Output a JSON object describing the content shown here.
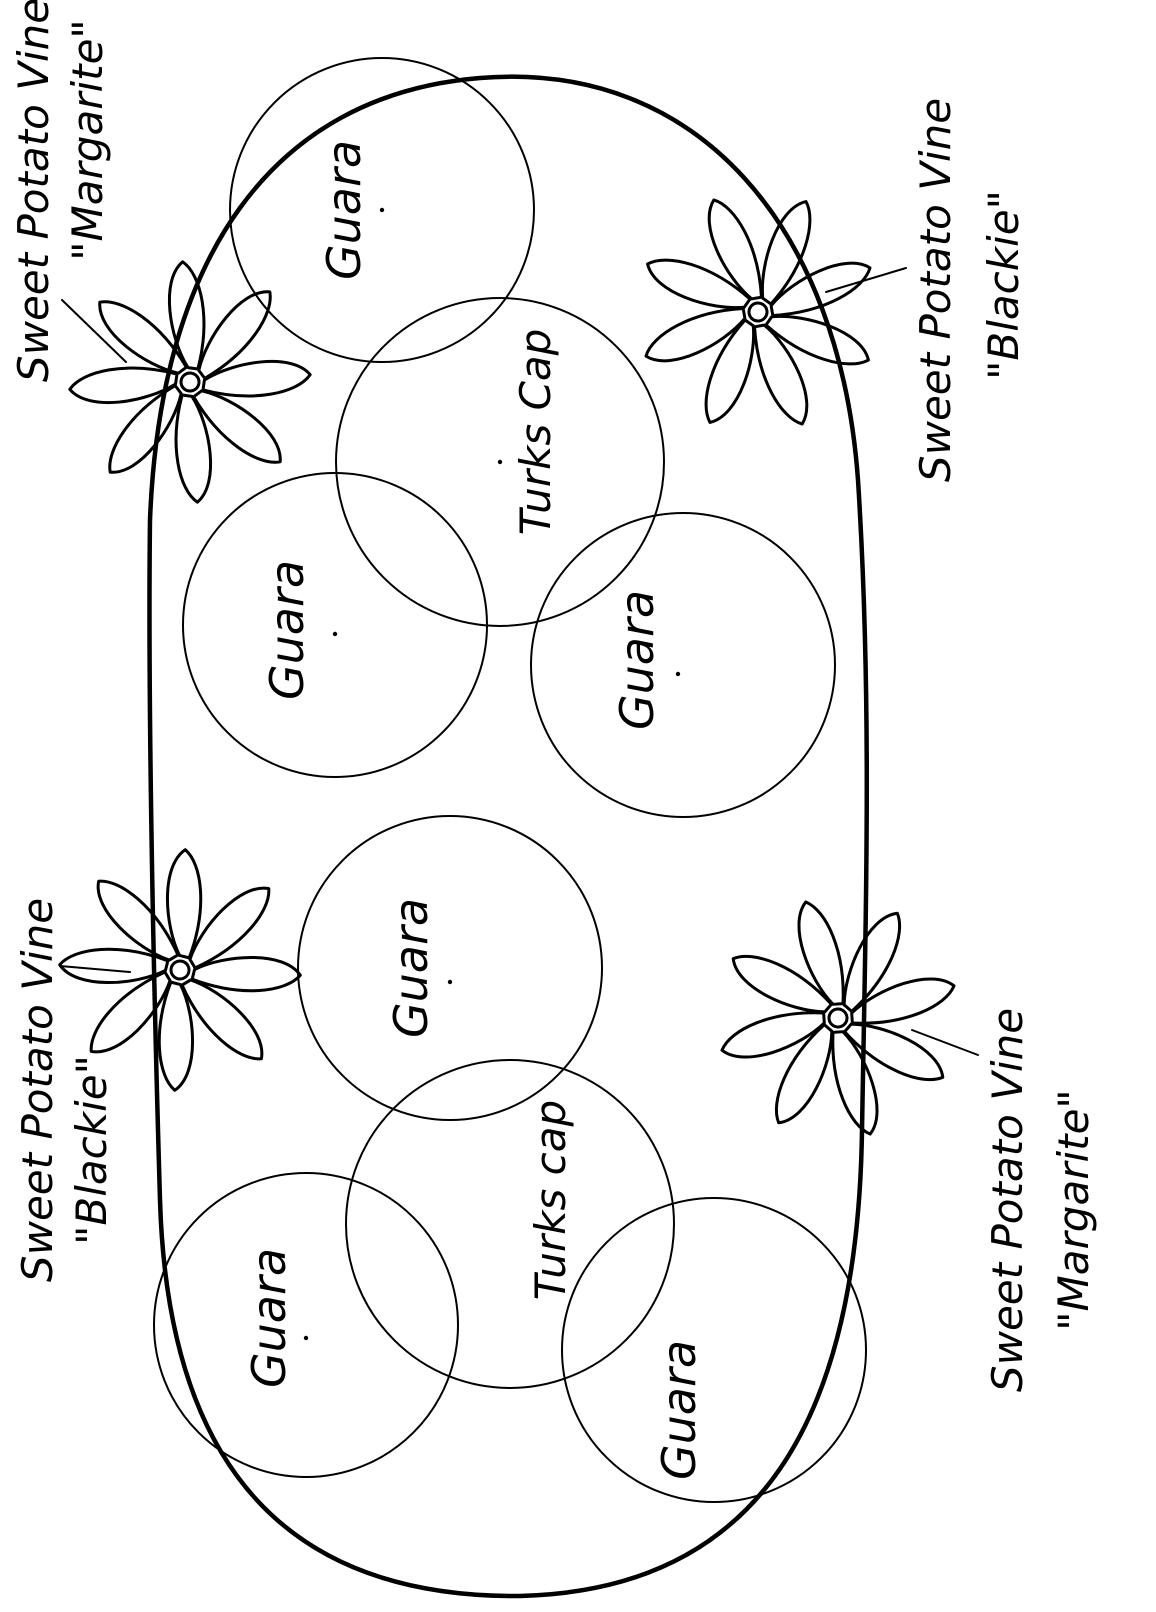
{
  "colors": {
    "ink": "#000000",
    "paper": "#ffffff"
  },
  "plants": [
    {
      "id": "guara-1",
      "label": "Guara"
    },
    {
      "id": "turks-cap-1",
      "label": "Turks Cap"
    },
    {
      "id": "guara-2",
      "label": "Guara"
    },
    {
      "id": "guara-3",
      "label": "Guara"
    },
    {
      "id": "guara-4",
      "label": "Guara"
    },
    {
      "id": "turks-cap-2",
      "label": "Turks cap"
    },
    {
      "id": "guara-5",
      "label": "Guara"
    },
    {
      "id": "guara-6",
      "label": "Guara"
    }
  ],
  "vines": [
    {
      "id": "vine-top-left",
      "line1": "Sweet Potato Vine",
      "line2": "\"Margarite\""
    },
    {
      "id": "vine-top-right",
      "line1": "Sweet Potato Vine",
      "line2": "\"Blackie\""
    },
    {
      "id": "vine-mid-left",
      "line1": "Sweet Potato Vine",
      "line2": "\"Blackie\""
    },
    {
      "id": "vine-bottom-right",
      "line1": "Sweet Potato Vine",
      "line2": "\"Margarite\""
    }
  ]
}
